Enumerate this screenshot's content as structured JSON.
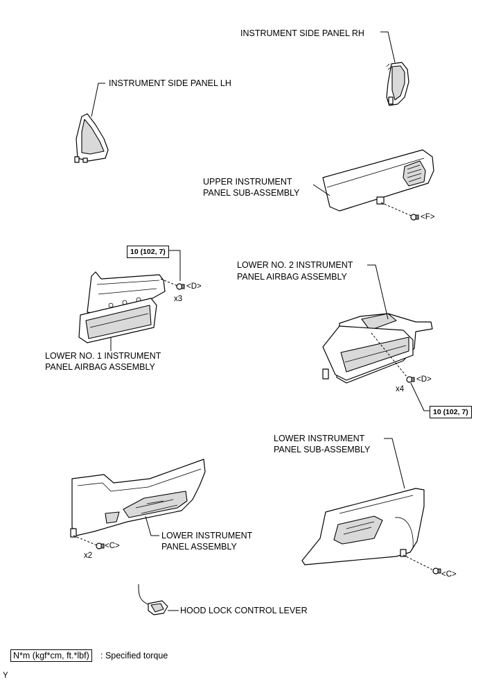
{
  "labels": {
    "side_panel_rh": "INSTRUMENT SIDE PANEL RH",
    "side_panel_lh": "INSTRUMENT SIDE PANEL LH",
    "upper_panel_line1": "UPPER INSTRUMENT",
    "upper_panel_line2": "PANEL SUB-ASSEMBLY",
    "lower_no2_line1": "LOWER NO. 2 INSTRUMENT",
    "lower_no2_line2": "PANEL AIRBAG ASSEMBLY",
    "lower_no1_line1": "LOWER NO. 1 INSTRUMENT",
    "lower_no1_line2": "PANEL AIRBAG ASSEMBLY",
    "lower_sub_line1": "LOWER INSTRUMENT",
    "lower_sub_line2": "PANEL SUB-ASSEMBLY",
    "lower_panel_line1": "LOWER INSTRUMENT",
    "lower_panel_line2": "PANEL ASSEMBLY",
    "hood_lever": "HOOD LOCK CONTROL LEVER"
  },
  "fasteners": {
    "f": "<F>",
    "d_left": "<D>",
    "d_left_qty": "x3",
    "d_right": "<D>",
    "d_right_qty": "x4",
    "c_left": "<C>",
    "c_left_qty": "x2",
    "c_right": "<C>"
  },
  "torque": {
    "left": "10 (102, 7)",
    "right": "10 (102, 7)"
  },
  "legend": {
    "unit": "N*m (kgf*cm, ft.*lbf)",
    "description": ": Specified torque"
  },
  "footer": {
    "code": "Y"
  }
}
